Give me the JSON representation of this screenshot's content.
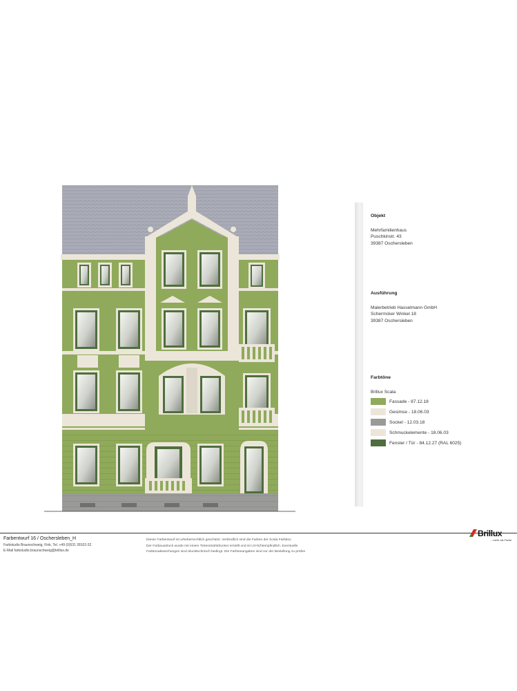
{
  "info": {
    "objekt": {
      "heading": "Objekt",
      "lines": [
        "Mehrfamilienhaus",
        "Puschkinstr. 43",
        "39387 Oschersleben"
      ]
    },
    "ausfuehrung": {
      "heading": "Ausführung",
      "lines": [
        "Malerbetrieb Hasselmann GmbH",
        "Schermcker Winkel 18",
        "39387 Oschersleben"
      ]
    },
    "farbtoene": {
      "heading": "Farbtöne",
      "system": "Brillux Scala",
      "swatches": [
        {
          "label": "Fassade - 87.12.18",
          "color": "#8faa5a"
        },
        {
          "label": "Gesimse - 18.06.03",
          "color": "#ece6da"
        },
        {
          "label": "Sockel - 12.03.18",
          "color": "#9a9a98"
        },
        {
          "label": "Schmuckelemente - 18.06.03",
          "color": "#ece6da"
        },
        {
          "label": "Fenster / Tür - 84.12.27 (RAL 6025)",
          "color": "#4f6e3d"
        }
      ]
    }
  },
  "footer": {
    "title": "Farbentwurf   16 / Oschersleben_H",
    "studio": "Farbstudio Braunschweig, Fink,  Tel. +49 (0)531 28102-32",
    "email": "E-Mail farbstudio.braunschweig@brillux.de",
    "disclaimer": [
      "Dieser Farbentwurf ist urheberrechtlich geschützt. Verbindlich sind die Farben der Scala Farbbox.",
      "Der Farbausdruck wurde mit einem Tintenstrahldrucker erstellt und ist UV-lichtempfindlich. Eventuelle",
      "Farbtonabweichungen sind drucktechnisch bedingt. Die Farbtonangaben sind vor der Bestellung zu prüfen"
    ]
  },
  "logo": {
    "wordmark": "Brillux",
    "tagline": "...mehr als Farbe",
    "colors": {
      "red": "#d42a1f",
      "green": "#2e8b3a"
    }
  },
  "colors": {
    "roof": "#a9acb6",
    "facade": "#8faa5a",
    "trim": "#ece6da",
    "plinth": "#9a9a98",
    "window_frame": "#4f6e3d"
  }
}
